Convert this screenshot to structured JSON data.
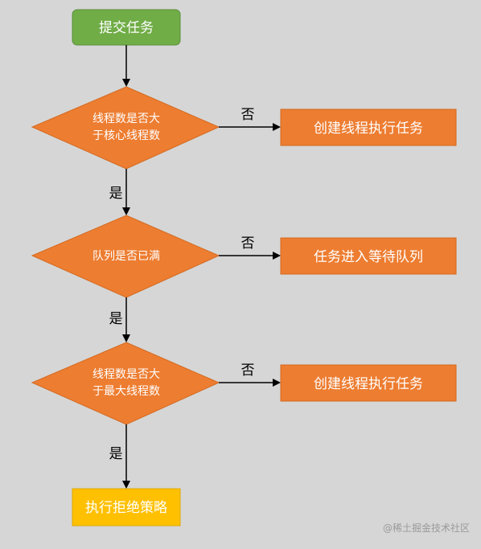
{
  "start": {
    "label": "提交任务",
    "color": "#70ad47"
  },
  "decisions": [
    {
      "lines": [
        "线程数是否大",
        "于核心线程数"
      ],
      "yes": "是",
      "no": "否",
      "action": "创建线程执行任务"
    },
    {
      "lines": [
        "队列是否已满"
      ],
      "yes": "是",
      "no": "否",
      "action": "任务进入等待队列"
    },
    {
      "lines": [
        "线程数是否大",
        "于最大线程数"
      ],
      "yes": "是",
      "no": "否",
      "action": "创建线程执行任务"
    }
  ],
  "end": {
    "label": "执行拒绝策略",
    "color": "#ffc000"
  },
  "colors": {
    "shape": "#ed7d31",
    "border": "#d46a20",
    "arrow": "#000000",
    "background": "#d6d6d6"
  },
  "watermark": "@稀土掘金技术社区"
}
